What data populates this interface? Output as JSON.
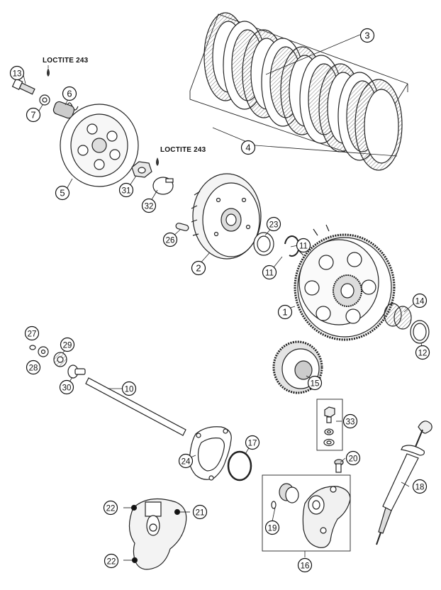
{
  "labels": {
    "loctite_top": "LOCTITE 243",
    "loctite_mid": "LOCTITE 243"
  },
  "callouts": [
    {
      "id": "c3",
      "num": "3"
    },
    {
      "id": "c4",
      "num": "4"
    },
    {
      "id": "c13",
      "num": "13"
    },
    {
      "id": "c6",
      "num": "6"
    },
    {
      "id": "c7",
      "num": "7"
    },
    {
      "id": "c5",
      "num": "5"
    },
    {
      "id": "c31",
      "num": "31"
    },
    {
      "id": "c32",
      "num": "32"
    },
    {
      "id": "c26",
      "num": "26"
    },
    {
      "id": "c23",
      "num": "23"
    },
    {
      "id": "c11a",
      "num": "11"
    },
    {
      "id": "c11b",
      "num": "11"
    },
    {
      "id": "c2",
      "num": "2"
    },
    {
      "id": "c1",
      "num": "1"
    },
    {
      "id": "c14",
      "num": "14"
    },
    {
      "id": "c12",
      "num": "12"
    },
    {
      "id": "c27",
      "num": "27"
    },
    {
      "id": "c29",
      "num": "29"
    },
    {
      "id": "c28",
      "num": "28"
    },
    {
      "id": "c30",
      "num": "30"
    },
    {
      "id": "c10",
      "num": "10"
    },
    {
      "id": "c15",
      "num": "15"
    },
    {
      "id": "c33",
      "num": "33"
    },
    {
      "id": "c17",
      "num": "17"
    },
    {
      "id": "c24",
      "num": "24"
    },
    {
      "id": "c20",
      "num": "20"
    },
    {
      "id": "c18",
      "num": "18"
    },
    {
      "id": "c22a",
      "num": "22"
    },
    {
      "id": "c21",
      "num": "21"
    },
    {
      "id": "c22b",
      "num": "22"
    },
    {
      "id": "c19",
      "num": "19"
    },
    {
      "id": "c16",
      "num": "16"
    }
  ]
}
